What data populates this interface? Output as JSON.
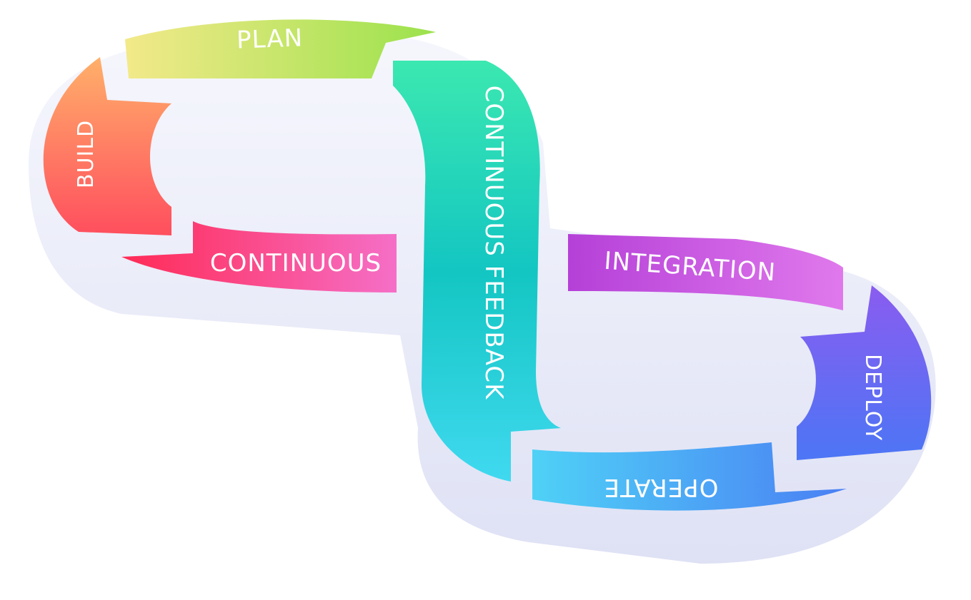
{
  "segments": {
    "plan": "PLAN",
    "build": "BUILD",
    "continuous": "CONTINUOUS",
    "feedback": "CONTINUOUS FEEDBACK",
    "integration": "INTEGRATION",
    "deploy": "DEPLOY",
    "operate": "OPERATE"
  },
  "colors": {
    "plan": [
      "#f3e98a",
      "#9be24c"
    ],
    "build": [
      "#ffb06a",
      "#ff4e5e"
    ],
    "continuous": [
      "#ff2a55",
      "#f56fc7"
    ],
    "feedback": [
      "#3be8b0",
      "#13c6c2"
    ],
    "integration": [
      "#b540d8",
      "#e079ec"
    ],
    "deploy": [
      "#8a5cf0",
      "#4c76f5"
    ],
    "operate": [
      "#4fd1f6",
      "#4a7ff4"
    ],
    "base": "#cfd3f0"
  }
}
